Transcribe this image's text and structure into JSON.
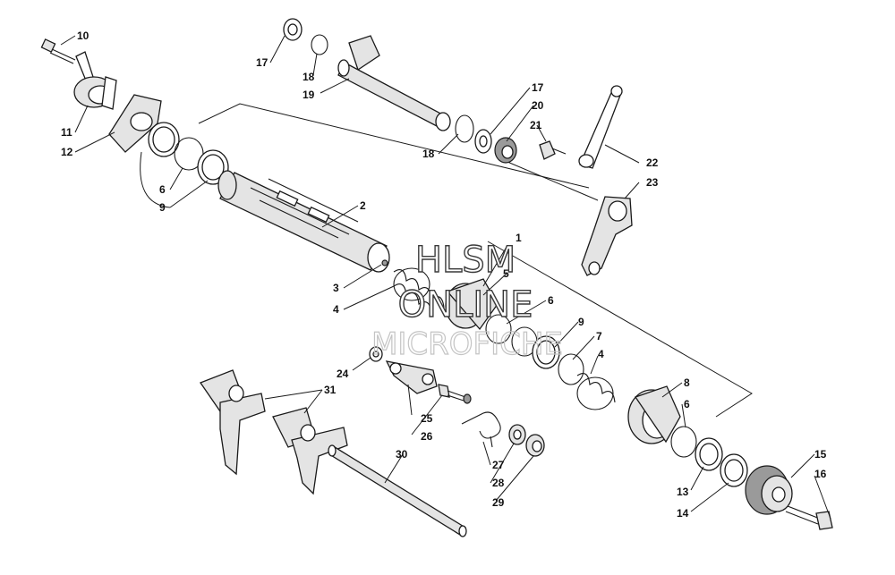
{
  "diagram": {
    "callouts": [
      "1",
      "2",
      "3",
      "4",
      "4",
      "5",
      "6",
      "6",
      "6",
      "7",
      "8",
      "9",
      "9",
      "10",
      "11",
      "12",
      "13",
      "14",
      "15",
      "16",
      "17",
      "17",
      "18",
      "18",
      "19",
      "20",
      "21",
      "22",
      "23",
      "24",
      "25",
      "26",
      "27",
      "28",
      "29",
      "30",
      "31"
    ]
  },
  "watermark": {
    "line1": "HLSM",
    "line2": "ONLINE",
    "line3": "MICROFICHE"
  }
}
